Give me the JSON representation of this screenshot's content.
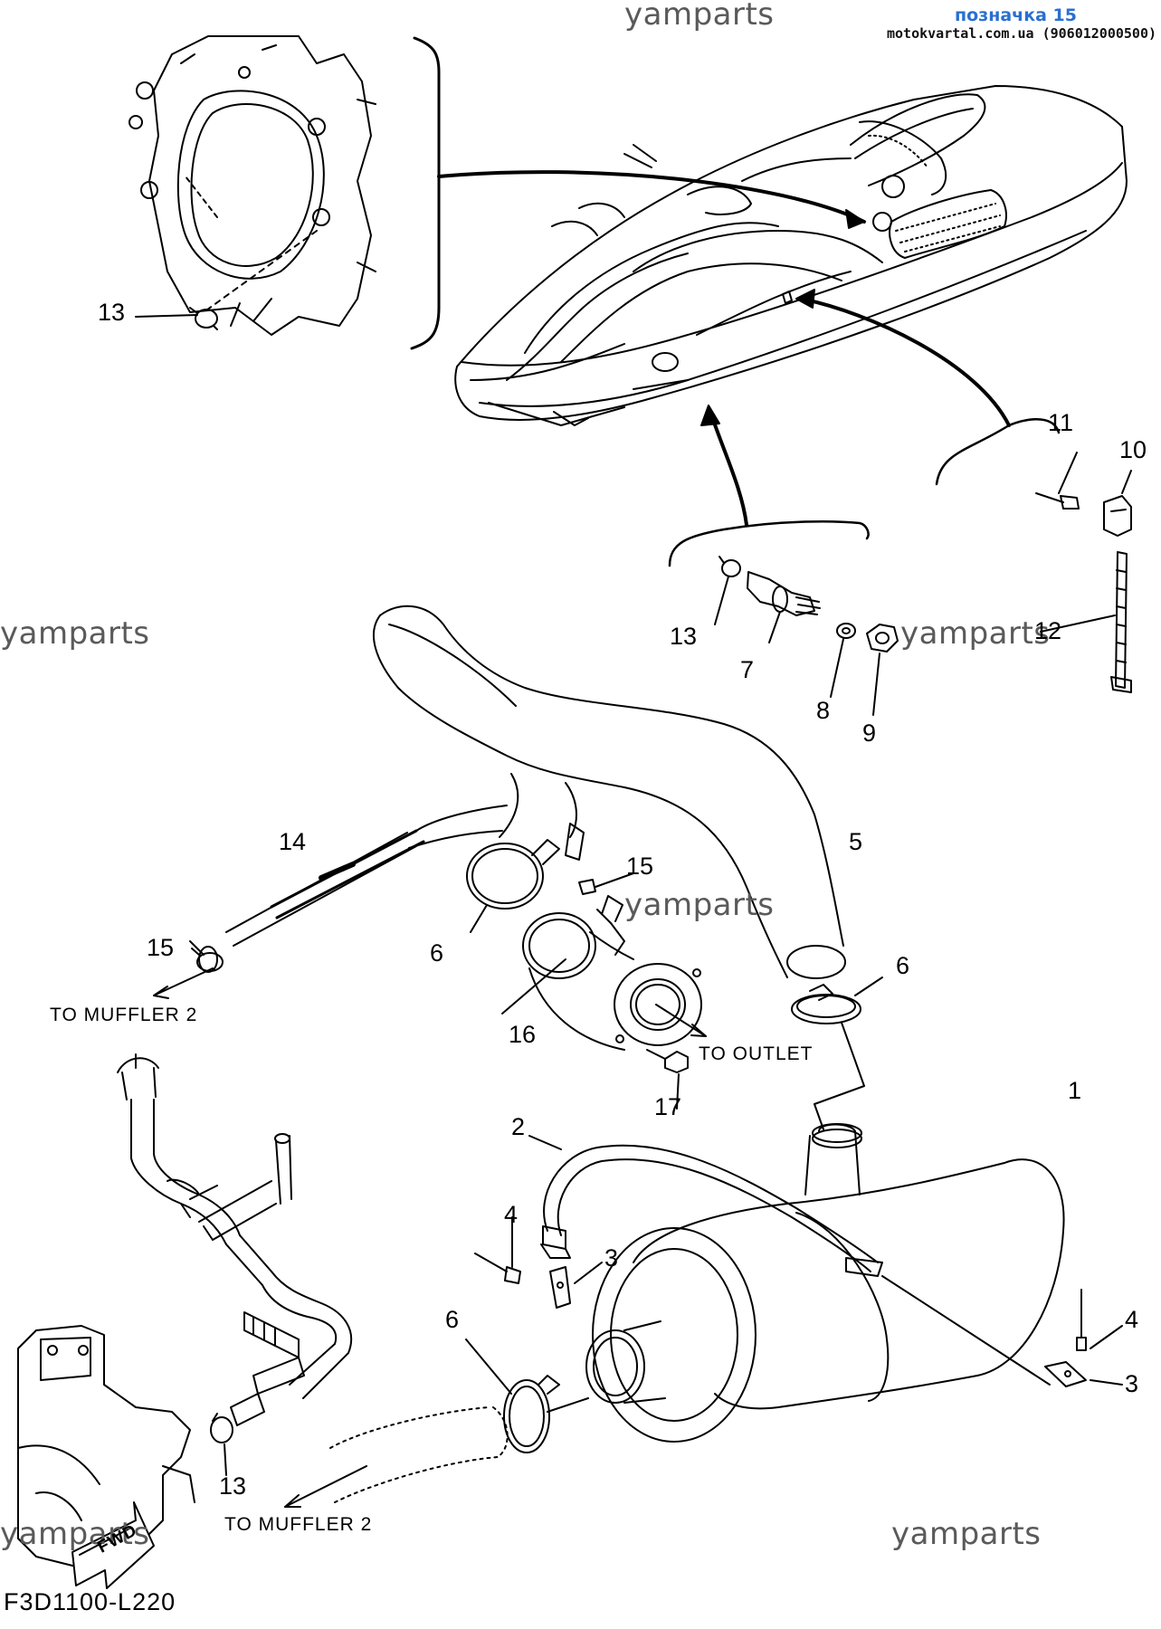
{
  "header": {
    "tag": "позначка 15",
    "source": "motokvartal.com.ua (906012000500)"
  },
  "watermarks": [
    "yamparts",
    "yamparts",
    "yamparts",
    "yamparts",
    "yamparts",
    "yamparts"
  ],
  "callouts": {
    "p1": "1",
    "p2": "2",
    "p3a": "3",
    "p3b": "3",
    "p4a": "4",
    "p4b": "4",
    "p5": "5",
    "p6a": "6",
    "p6b": "6",
    "p6c": "6",
    "p7": "7",
    "p8": "8",
    "p9": "9",
    "p10": "10",
    "p11": "11",
    "p12": "12",
    "p13a": "13",
    "p13b": "13",
    "p13c": "13",
    "p14": "14",
    "p15a": "15",
    "p15b": "15",
    "p16": "16",
    "p17": "17"
  },
  "notes": {
    "muffler2_top": "TO MUFFLER 2",
    "outlet": "TO OUTLET",
    "muffler2_bottom": "TO MUFFLER 2",
    "fwd": "FWD"
  },
  "figure_code": "F3D1100-L220"
}
